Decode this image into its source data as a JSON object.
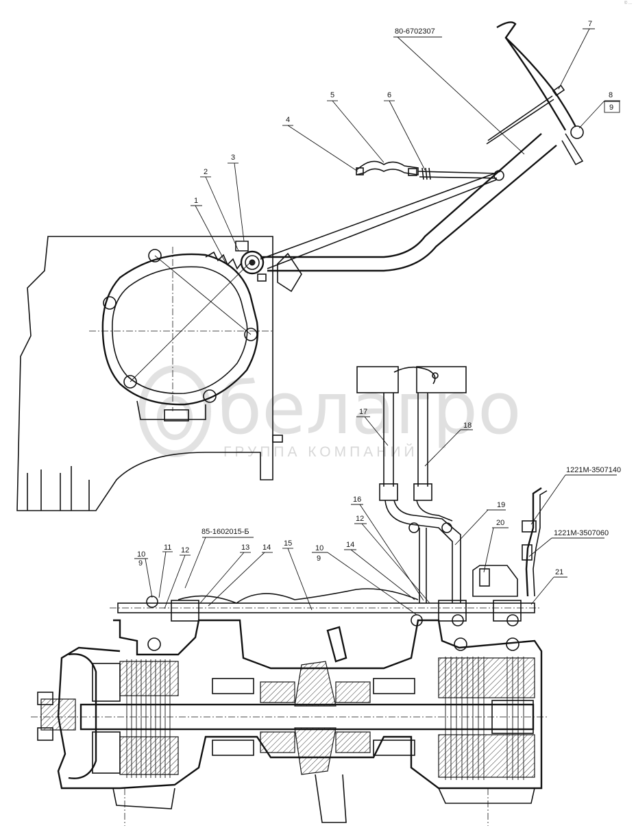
{
  "watermark": {
    "brand": "белагро",
    "subtitle": "ГРУППА КОМПАНИЙ"
  },
  "corner_mark": "© ...",
  "callouts": {
    "c1": "1",
    "c2": "2",
    "c3": "3",
    "c4": "4",
    "c5": "5",
    "c6": "6",
    "c7": "7",
    "c8": "8",
    "c9a": "9",
    "c16": "16",
    "c17": "17",
    "c18": "18",
    "c19": "19",
    "c20": "20",
    "c21": "21",
    "c12r": "12",
    "c10r": "10",
    "c9r": "9",
    "c14r": "14",
    "c10l": "10",
    "c9l": "9",
    "c11": "11",
    "c12l": "12",
    "c13": "13",
    "c14l": "14",
    "c15": "15"
  },
  "part_numbers": {
    "p_6702307": "80-6702307",
    "p_1602015": "85-1602015-Б",
    "p_3507140": "1221М-3507140",
    "p_3507060": "1221М-3507060"
  }
}
